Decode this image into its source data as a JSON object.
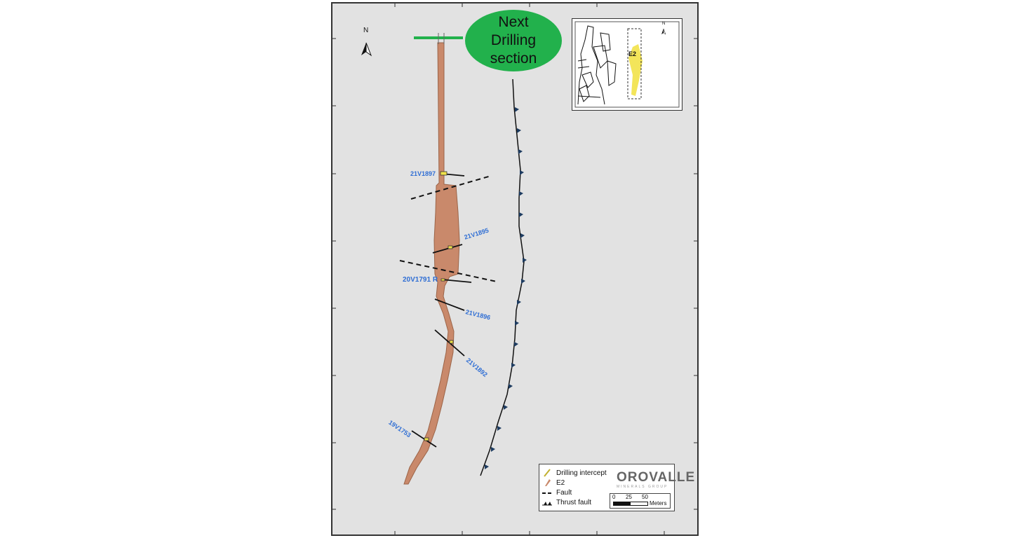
{
  "callout": {
    "lines": [
      "Next",
      "Drilling",
      "section"
    ]
  },
  "north_arrow": {
    "label": "N"
  },
  "inset_map": {
    "label": "E2",
    "north_label": "N"
  },
  "drillholes": [
    {
      "id": "21V1897"
    },
    {
      "id": "21V1895"
    },
    {
      "id": "20V1791 R"
    },
    {
      "id": "21V1896"
    },
    {
      "id": "21V1892"
    },
    {
      "id": "19V1753"
    }
  ],
  "legend": {
    "items": [
      {
        "label": "Drilling intercept",
        "icon": "drill-intercept-icon"
      },
      {
        "label": "E2",
        "icon": "e2-body-icon"
      },
      {
        "label": "Fault",
        "icon": "fault-line-icon"
      },
      {
        "label": "Thrust fault",
        "icon": "thrust-fault-icon"
      }
    ],
    "logo_text": "OROVALLE",
    "logo_subtext": "MINERALS GROUP",
    "scale": {
      "ticks": [
        "0",
        "25",
        "50"
      ],
      "unit": "Meters"
    }
  },
  "colors": {
    "ore_body": "#c9896b",
    "callout": "#22b14c",
    "map_bg": "#e2e2e2",
    "drill_label": "#2f6ed4",
    "intercept": "#f0e24a"
  }
}
